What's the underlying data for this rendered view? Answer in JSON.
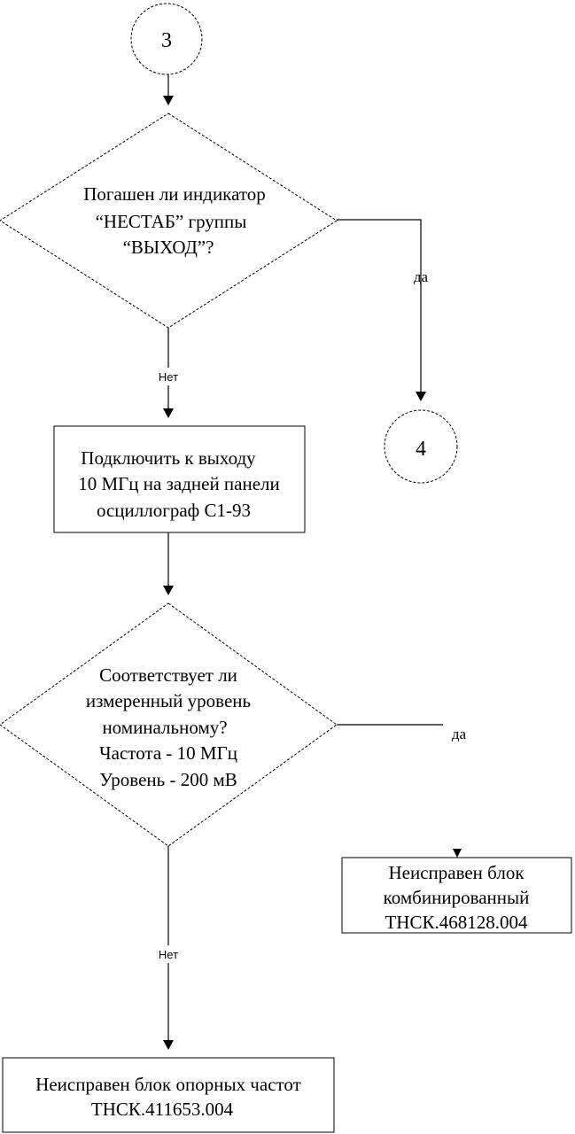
{
  "connectors": {
    "top": "3",
    "right": "4"
  },
  "decision1": {
    "line1": "Погашен ли индикатор",
    "line2": "“НЕСТАБ” группы",
    "line3": "“ВЫХОД”?",
    "yes": "да",
    "no": "Нет"
  },
  "process1": {
    "line1": "Подключить  к выходу",
    "line2": "10 МГц на задней панели",
    "line3": "осциллограф С1-93"
  },
  "decision2": {
    "line1": "Соответствует ли",
    "line2": "измеренный уровень",
    "line3": "номинальному?",
    "line4": "Частота - 10 МГц",
    "line5": "Уровень - 200 мВ",
    "yes": "да",
    "no": "Нет"
  },
  "result_combined": {
    "line1": "Неисправен блок",
    "line2": "комбинированный",
    "line3": "ТНСК.468128.004"
  },
  "result_reference": {
    "line1": "Неисправен блок опорных частот",
    "line2": "ТНСК.411653.004"
  }
}
